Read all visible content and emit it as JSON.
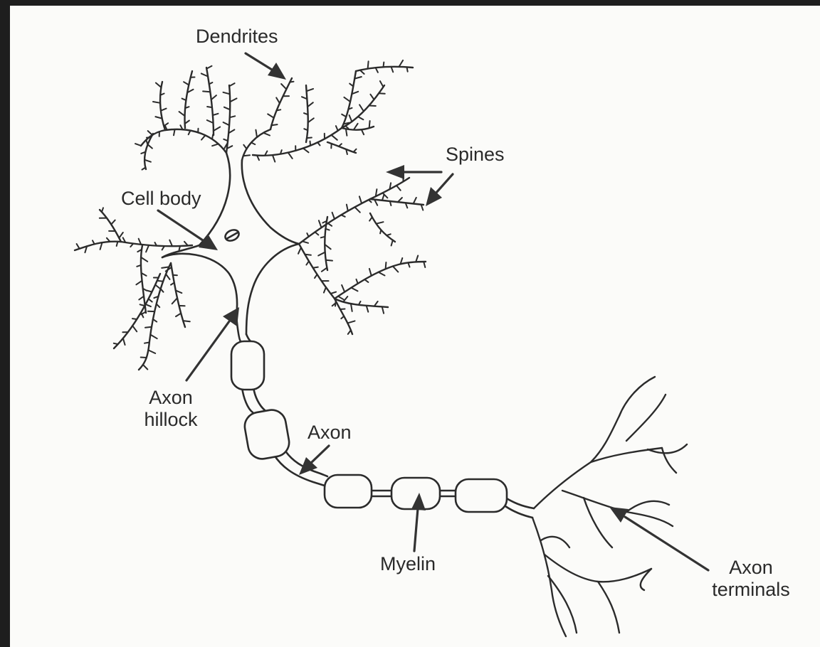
{
  "labels": {
    "dendrites": "Dendrites",
    "spines": "Spines",
    "cell_body": "Cell body",
    "axon_hillock_line1": "Axon",
    "axon_hillock_line2": "hillock",
    "axon": "Axon",
    "myelin": "Myelin",
    "axon_terminals_line1": "Axon",
    "axon_terminals_line2": "terminals"
  },
  "colors": {
    "ink": "#2b2b2b",
    "paper": "#fbfbf9",
    "frame": "#1e1e1e"
  }
}
